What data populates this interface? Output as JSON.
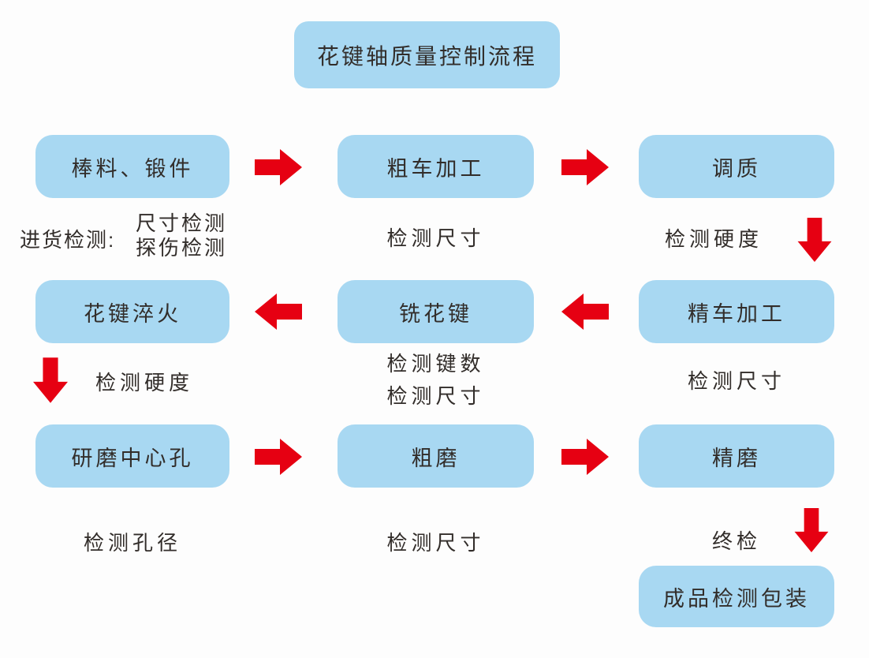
{
  "title": "花键轴质量控制流程",
  "colors": {
    "box_fill": "#a8d8f2",
    "arrow_red": "#e60012",
    "text": "#322d2a",
    "background": "#fdfdfd"
  },
  "rows": [
    {
      "direction": "right",
      "boxes": [
        "棒料、锻件",
        "粗车加工",
        "调质"
      ]
    },
    {
      "direction": "left",
      "boxes": [
        "花键淬火",
        "铣花键",
        "精车加工"
      ]
    },
    {
      "direction": "right",
      "boxes": [
        "研磨中心孔",
        "粗磨",
        "精磨"
      ]
    }
  ],
  "notes": {
    "incoming_label": "进货检测:",
    "incoming_line1": "尺寸检测",
    "incoming_line2": "探伤检测",
    "rough_turning": "检测尺寸",
    "tempering": "检测硬度",
    "spline_quenching": "检测硬度",
    "milling_line1": "检测键数",
    "milling_line2": "检测尺寸",
    "fine_turning": "检测尺寸",
    "center_hole": "检测孔径",
    "rough_grinding": "检测尺寸",
    "final_inspection": "终检"
  },
  "final_box": "成品检测包装"
}
